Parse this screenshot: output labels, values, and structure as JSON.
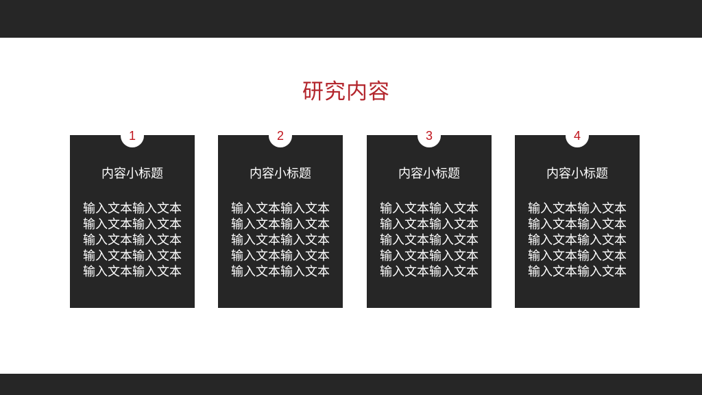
{
  "slide": {
    "title": "研究内容",
    "colors": {
      "accent": "#b3262d",
      "dark": "#262626",
      "badge_text": "#c0141c"
    },
    "cards": [
      {
        "number": "1",
        "subtitle": "内容小标题",
        "lines": [
          "输入文本输入文本",
          "输入文本输入文本",
          "输入文本输入文本",
          "输入文本输入文本",
          "输入文本输入文本"
        ]
      },
      {
        "number": "2",
        "subtitle": "内容小标题",
        "lines": [
          "输入文本输入文本",
          "输入文本输入文本",
          "输入文本输入文本",
          "输入文本输入文本",
          "输入文本输入文本"
        ]
      },
      {
        "number": "3",
        "subtitle": "内容小标题",
        "lines": [
          "输入文本输入文本",
          "输入文本输入文本",
          "输入文本输入文本",
          "输入文本输入文本",
          "输入文本输入文本"
        ]
      },
      {
        "number": "4",
        "subtitle": "内容小标题",
        "lines": [
          "输入文本输入文本",
          "输入文本输入文本",
          "输入文本输入文本",
          "输入文本输入文本",
          "输入文本输入文本"
        ]
      }
    ]
  }
}
